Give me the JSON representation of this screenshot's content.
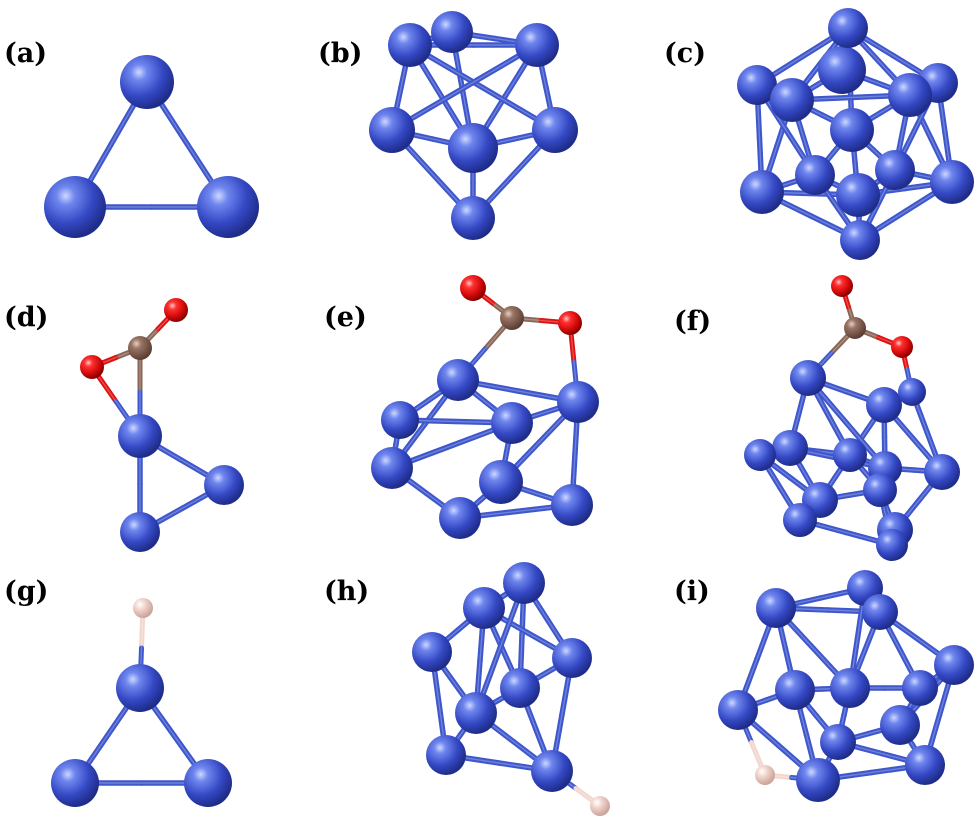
{
  "colors": {
    "metal": "#3a4fc8",
    "metal_bond": "#3f57cc",
    "oxygen": "#e01010",
    "carbon": "#8a6656",
    "hydrogen": "#f3d6ce"
  },
  "panels": [
    {
      "label": "(a)"
    },
    {
      "label": "(b)"
    },
    {
      "label": "(c)"
    },
    {
      "label": "(d)"
    },
    {
      "label": "(e)"
    },
    {
      "label": "(f)"
    },
    {
      "label": "(g)"
    },
    {
      "label": "(h)"
    },
    {
      "label": "(i)"
    }
  ]
}
